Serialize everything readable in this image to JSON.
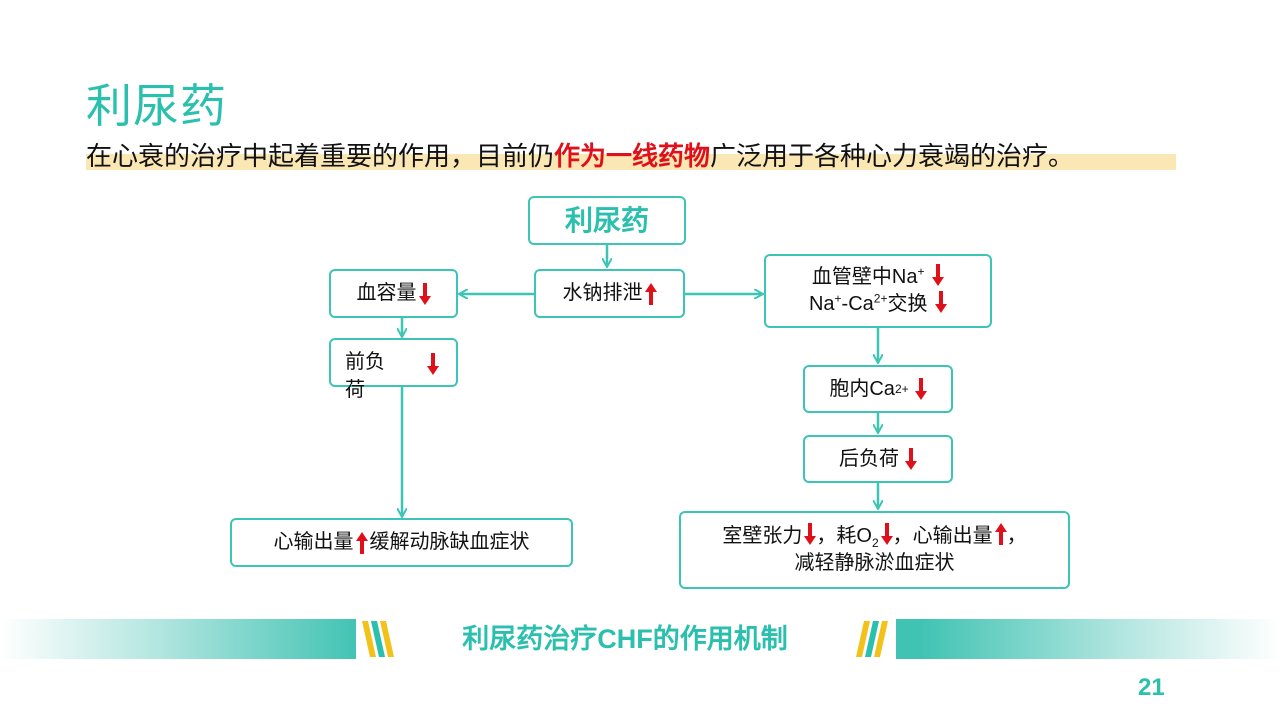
{
  "title": "利尿药",
  "subtitle": {
    "before": "在心衰的治疗中起着重要的作用，目前仍",
    "emphasis": "作为一线药物",
    "after": "广泛用于各种心力衰竭的治疗。"
  },
  "diagram": {
    "head": "利尿药",
    "sodium": "水钠排泄",
    "blood_volume": "血容量",
    "preload": "前负荷",
    "vessel_line1": "血管壁中Na",
    "vessel_line2a": "Na",
    "vessel_line2b": "-Ca",
    "vessel_line2c": "交换",
    "sup_plus": "+",
    "sup_2plus": "2+",
    "intracell": "胞内Ca",
    "afterload": "后负荷",
    "left_result_a": "心输出量",
    "left_result_b": "缓解动脉缺血症状",
    "right_line1a": "室壁张力",
    "right_line1b": "，耗O",
    "sub_2": "2",
    "right_line1c": "，心输出量",
    "right_line1d": "，",
    "right_line2": "减轻静脉淤血症状"
  },
  "banner": "利尿药治疗CHF的作用机制",
  "page_number": "21",
  "colors": {
    "teal": "#2bbfae",
    "red": "#e0101a",
    "highlight": "#fbe7b4"
  },
  "icons": {
    "up": "red-up-arrow-icon",
    "down": "red-down-arrow-icon"
  }
}
